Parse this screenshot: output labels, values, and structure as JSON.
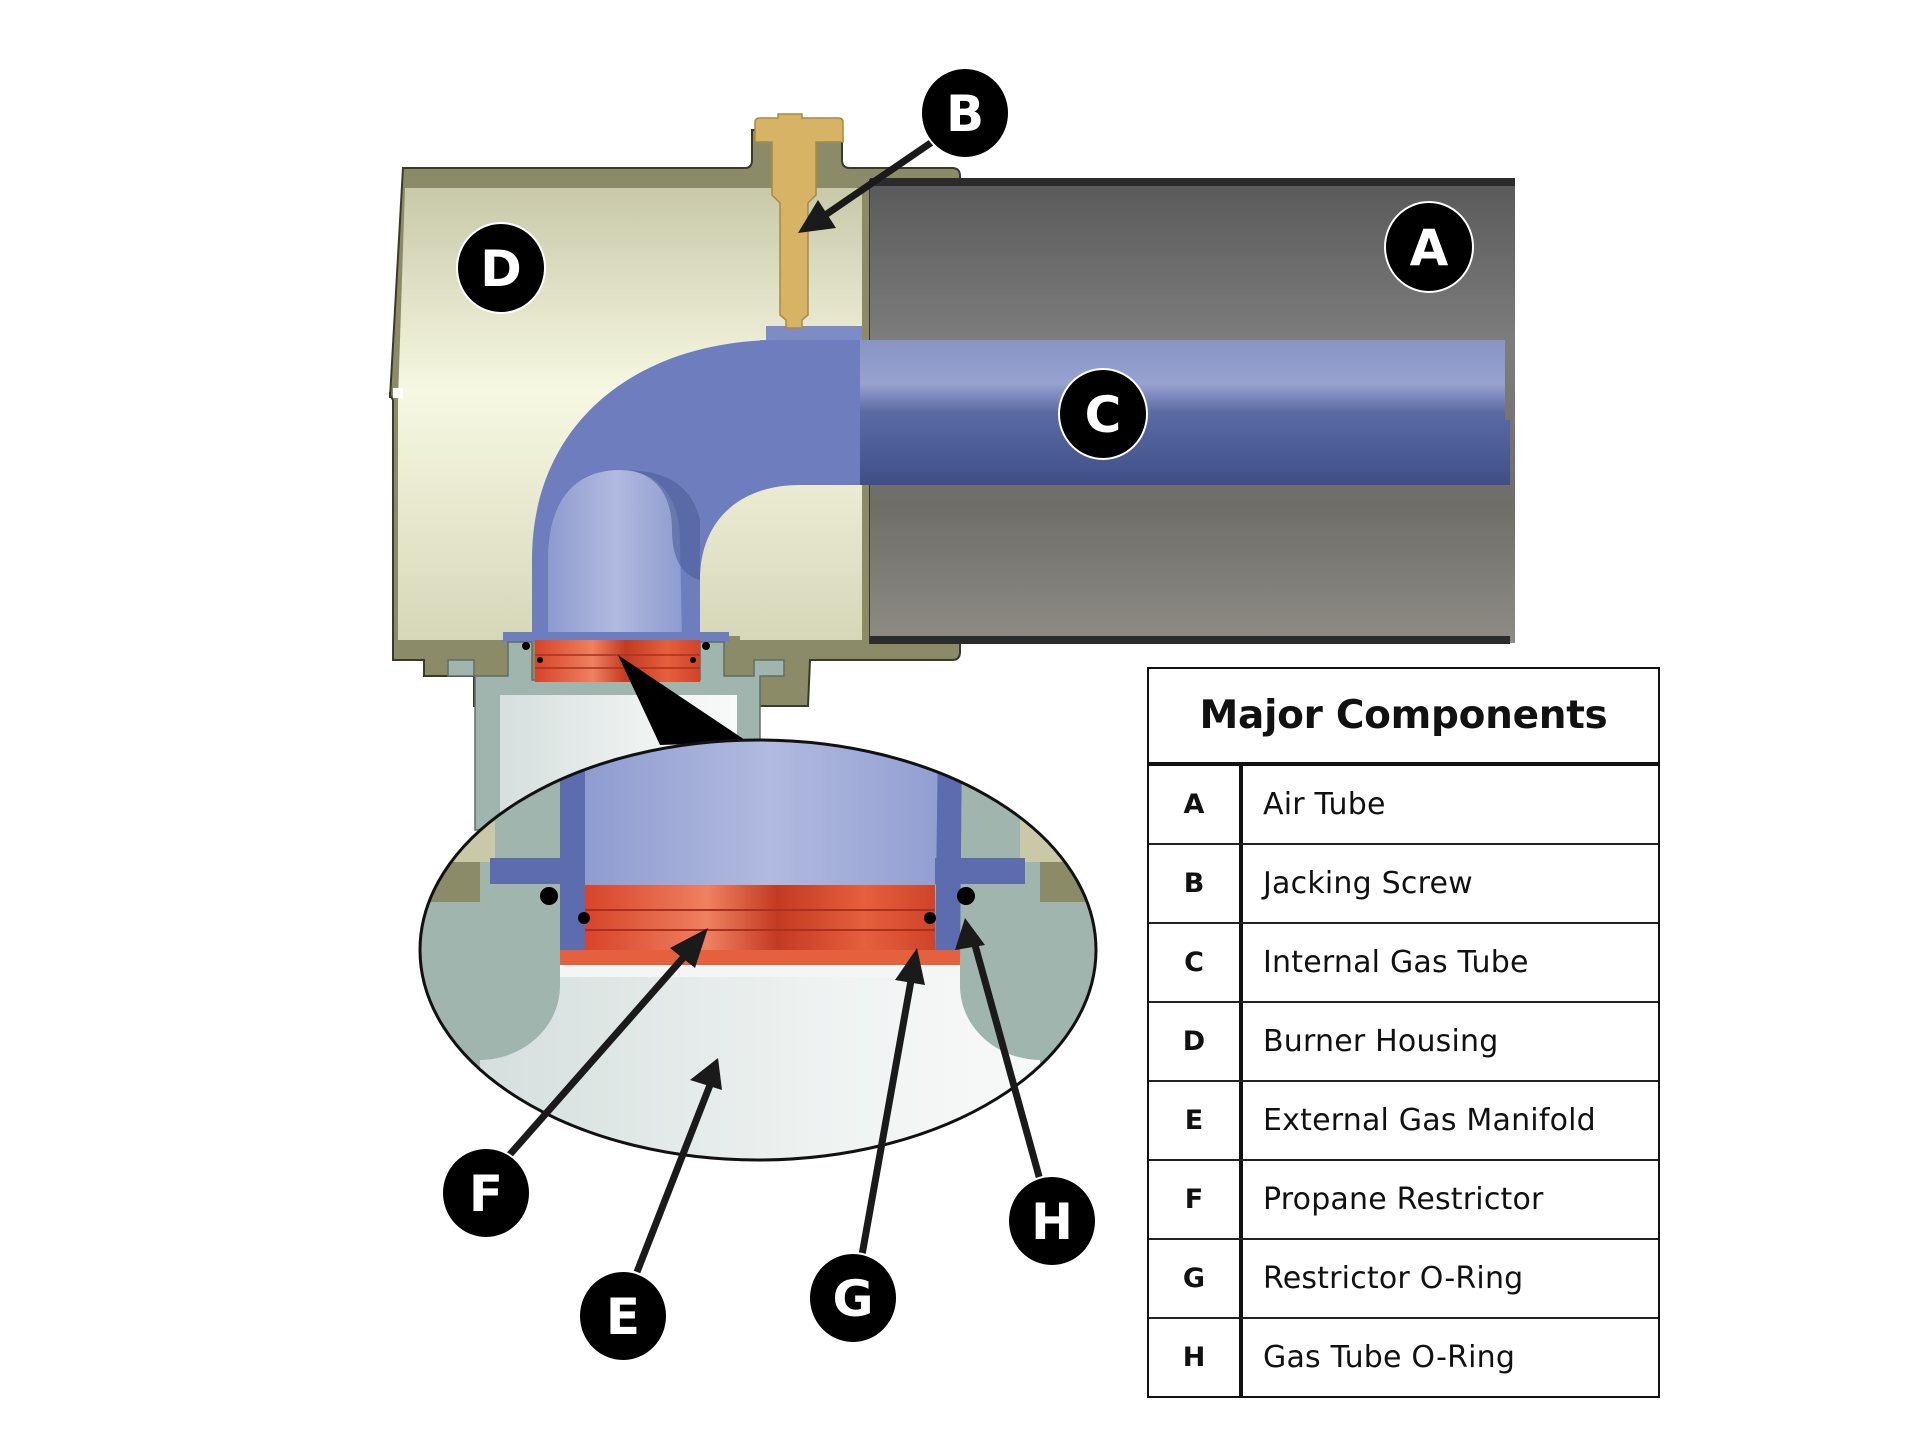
{
  "legend": {
    "title": "Major Components",
    "items": [
      {
        "key": "A",
        "label": "Air Tube"
      },
      {
        "key": "B",
        "label": "Jacking Screw"
      },
      {
        "key": "C",
        "label": "Internal Gas Tube"
      },
      {
        "key": "D",
        "label": "Burner Housing"
      },
      {
        "key": "E",
        "label": "External Gas Manifold"
      },
      {
        "key": "F",
        "label": "Propane Restrictor"
      },
      {
        "key": "G",
        "label": "Restrictor O-Ring"
      },
      {
        "key": "H",
        "label": "Gas Tube O-Ring"
      }
    ]
  },
  "callouts": {
    "A": "A",
    "B": "B",
    "C": "C",
    "D": "D",
    "E": "E",
    "F": "F",
    "G": "G",
    "H": "H"
  },
  "colors": {
    "housing": "#e9ecd0",
    "housing_wall": "#8c8b68",
    "air_tube": "#767676",
    "gas_tube": "#6d7dbd",
    "jacking_screw": "#d6b365",
    "restrictor": "#d9482a",
    "manifold": "#9fb5ad",
    "callout_fill": "#000000",
    "callout_text": "#ffffff"
  }
}
